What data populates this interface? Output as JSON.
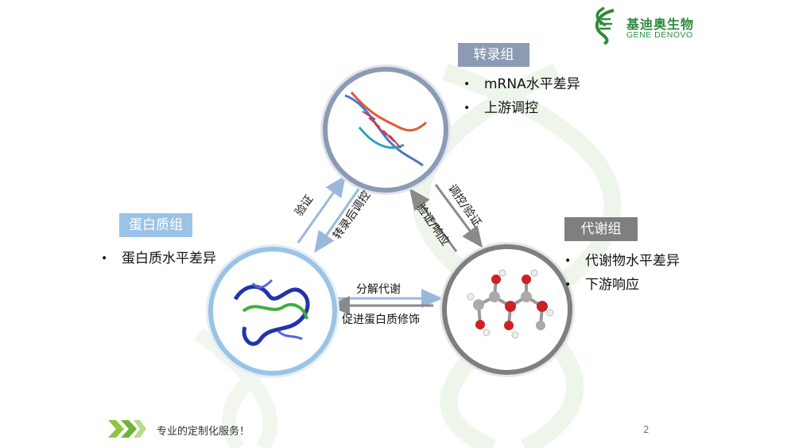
{
  "logo": {
    "name_cn": "基迪奥生物",
    "name_en": "GENE DENOVO"
  },
  "nodes": {
    "transcriptome": {
      "title": "转录组",
      "items": [
        "mRNA水平差异",
        "上游调控"
      ],
      "color": "#8c9ab4"
    },
    "proteome": {
      "title": "蛋白质组",
      "items": [
        "蛋白质水平差异"
      ],
      "color": "#9ac3e6"
    },
    "metabolome": {
      "title": "代谢组",
      "items": [
        "代谢物水平差异",
        "下游响应"
      ],
      "color": "#7f7f7f"
    }
  },
  "arrows": {
    "protein_to_rna_up": "验证",
    "rna_to_protein_down": "转录后调控",
    "rna_to_metab_down": "调控/验证",
    "metab_to_rna_up": "验证/响应",
    "protein_to_metab": "分解代谢",
    "metab_to_protein": "促进蛋白质修饰"
  },
  "footer": {
    "slogan": "专业的定制化服务！",
    "page": "2"
  },
  "colors": {
    "brand_green": "#2e8b3a",
    "arrow_blue": "#9ab8dc",
    "arrow_gray": "#8a8a8a"
  }
}
